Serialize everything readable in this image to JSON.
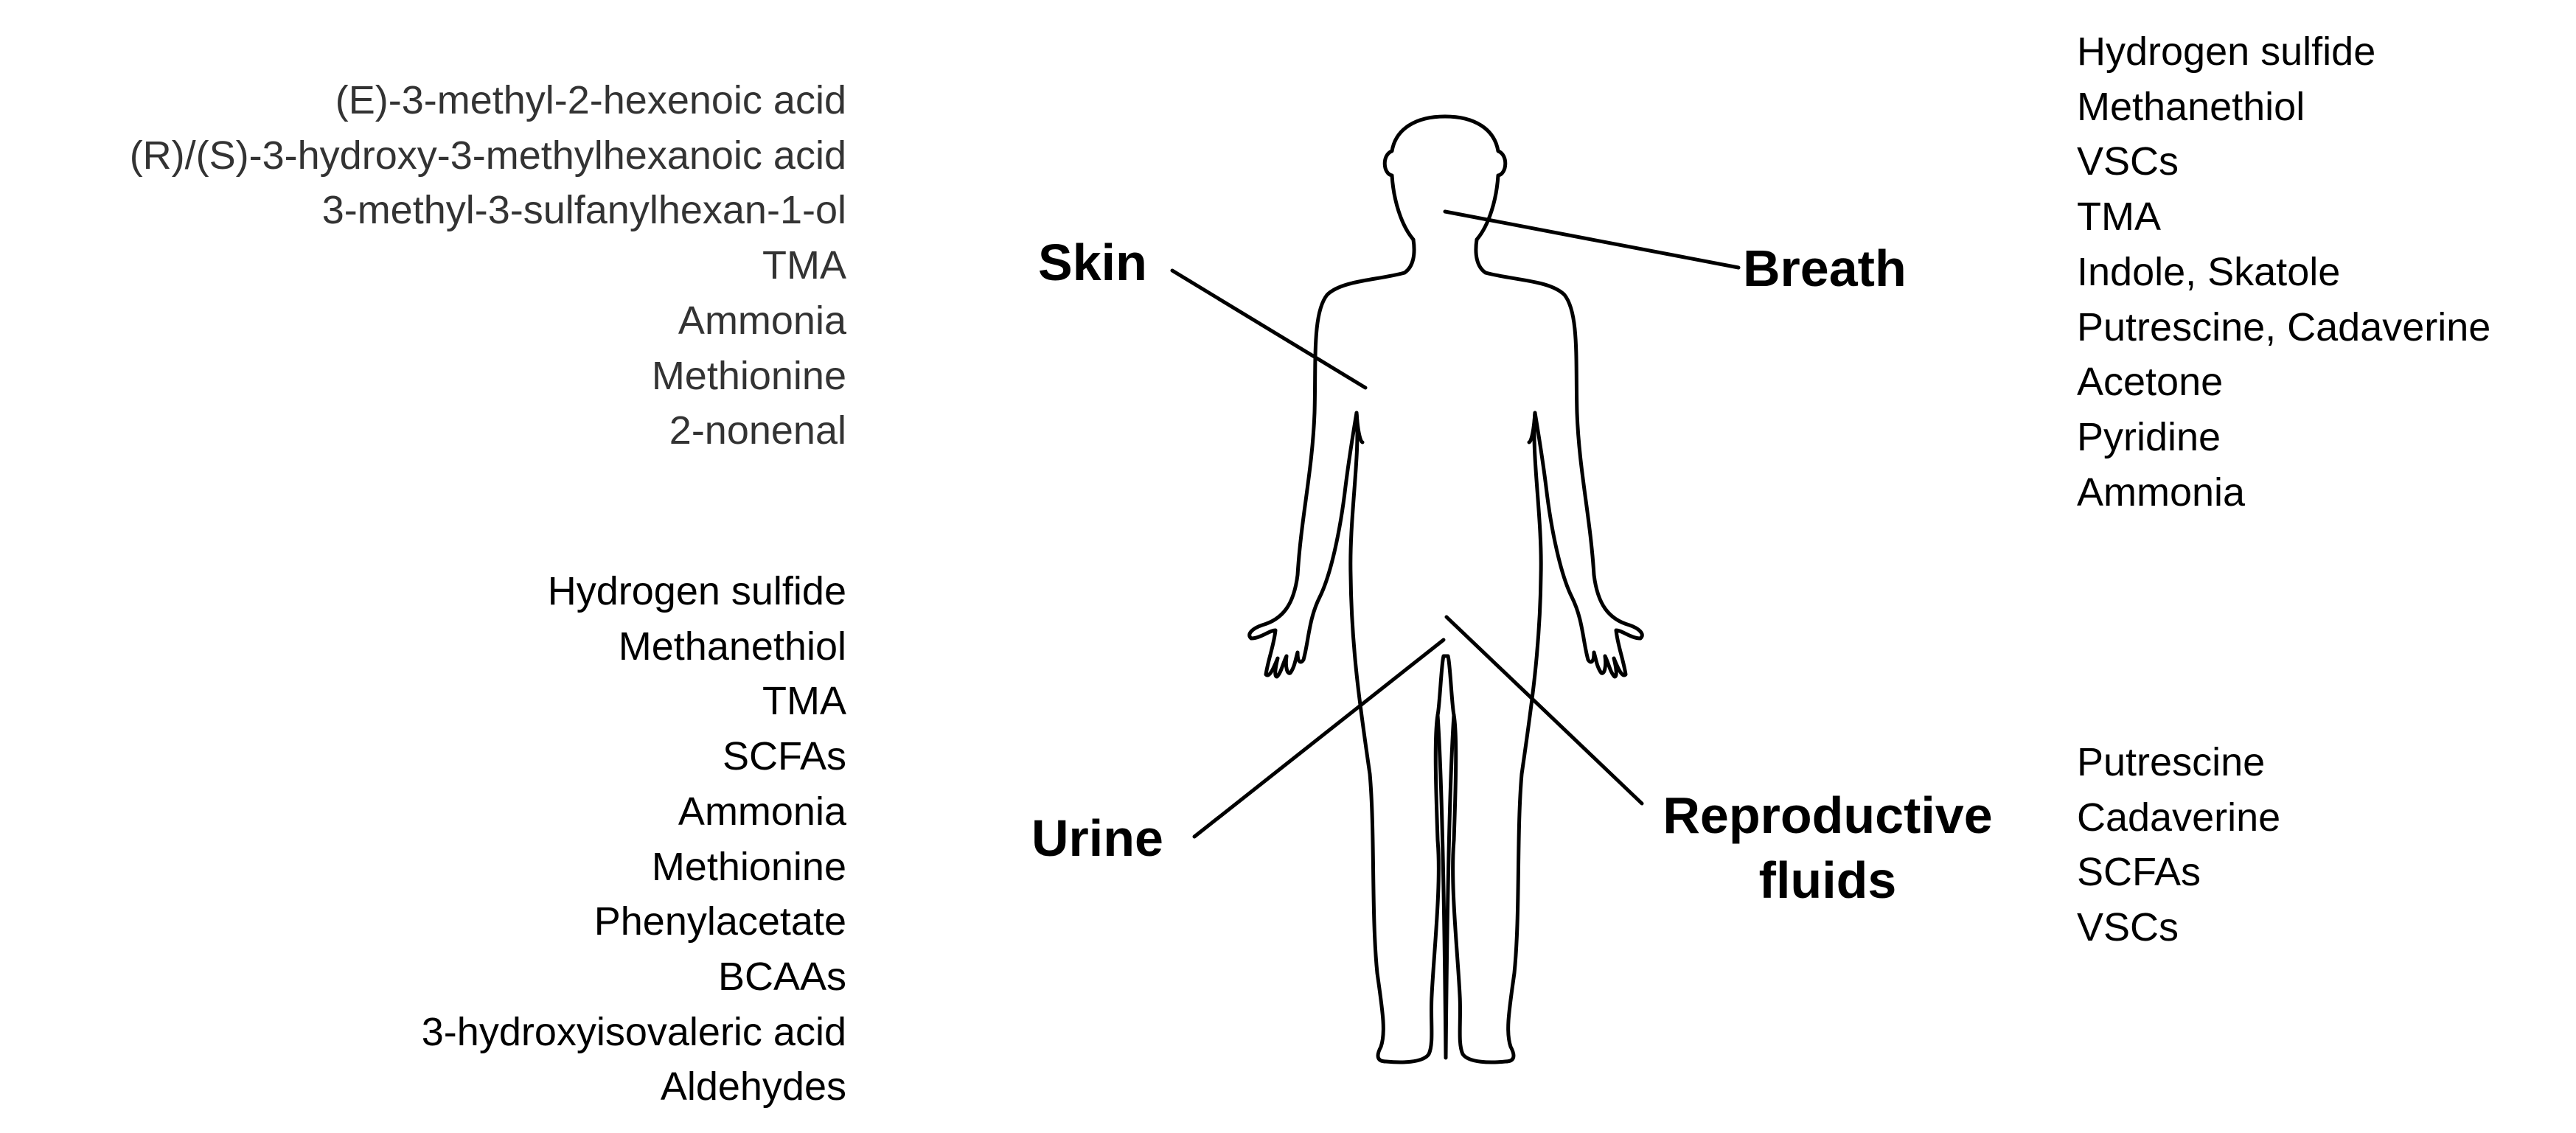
{
  "skin": {
    "label": "Skin",
    "compounds": [
      "(E)-3-methyl-2-hexenoic acid",
      "(R)/(S)-3-hydroxy-3-methylhexanoic acid",
      "3-methyl-3-sulfanylhexan-1-ol",
      "TMA",
      "Ammonia",
      "Methionine",
      "2-nonenal"
    ]
  },
  "urine": {
    "label": "Urine",
    "compounds": [
      "Hydrogen sulfide",
      "Methanethiol",
      "TMA",
      "SCFAs",
      "Ammonia",
      "Methionine",
      "Phenylacetate",
      "BCAAs",
      "3-hydroxyisovaleric acid",
      "Aldehydes"
    ]
  },
  "breath": {
    "label": "Breath",
    "compounds": [
      "Hydrogen sulfide",
      "Methanethiol",
      "VSCs",
      "TMA",
      "Indole, Skatole",
      "Putrescine, Cadaverine",
      "Acetone",
      "Pyridine",
      "Ammonia"
    ]
  },
  "reproductive_fluids": {
    "label_line1": "Reproductive",
    "label_line2": "fluids",
    "compounds": [
      "Putrescine",
      "Cadaverine",
      "SCFAs",
      "VSCs"
    ]
  }
}
